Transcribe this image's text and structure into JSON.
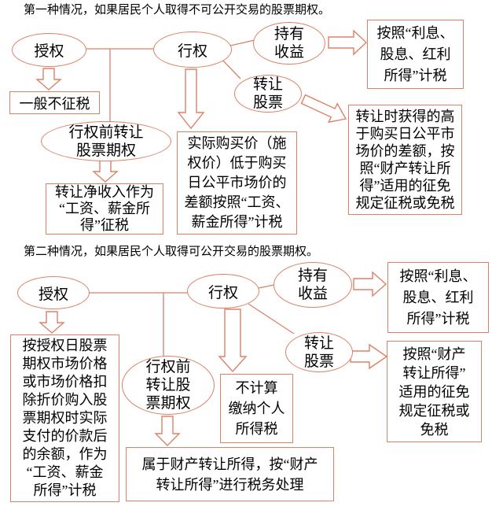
{
  "colors": {
    "accent": "#dd8066",
    "text": "#000000"
  },
  "section1": {
    "title": "第一种情况，如果居民个人取得不可公开交易的股票期权。",
    "nodes": {
      "grant": "授权",
      "exercise": "行权",
      "holding_income": "持有\n收益",
      "transfer_stock": "转让\n股票",
      "no_tax": "一般不征税",
      "pre_exercise_transfer": "行权前转让\n股票期权",
      "net_income_result": "转让净收入作为\n“工资、薪金所\n得”征税",
      "exercise_result": "实际购买价（施\n权价）低于购买\n日公平市场价的\n差额按照“工资、\n薪金所得”计税",
      "holding_result": "按照“利息、\n股息、红利\n所得”计税",
      "transfer_result": "转让时获得的高\n于购买日公平市\n场价的差额，按\n照“财产转让所\n得”适用的征免\n规定征税或免税"
    }
  },
  "section2": {
    "title": "第二种情况，如果居民个人取得可公开交易的股票期权。",
    "nodes": {
      "grant": "授权",
      "exercise": "行权",
      "holding_income": "持有\n收益",
      "transfer_stock": "转让\n股票",
      "grant_result": "按授权日股票\n期权市场价格\n或市场价格扣\n除折价购入股\n票期权时实际\n支付的价款后\n的余额，作为\n“工资、薪金\n所得”计税",
      "pre_exercise_transfer": "行权前\n转让股\n票期权",
      "exercise_result": "不计算\n缴纳个人\n所得税",
      "holding_result": "按照“利息、\n股息、红利\n所得”计税",
      "transfer_result": "按照“财产\n转让所得”\n适用的征免\n规定征税或\n免税",
      "pre_exercise_result": "属于财产转让所得，按“财产\n转让所得”进行税务处理"
    }
  }
}
